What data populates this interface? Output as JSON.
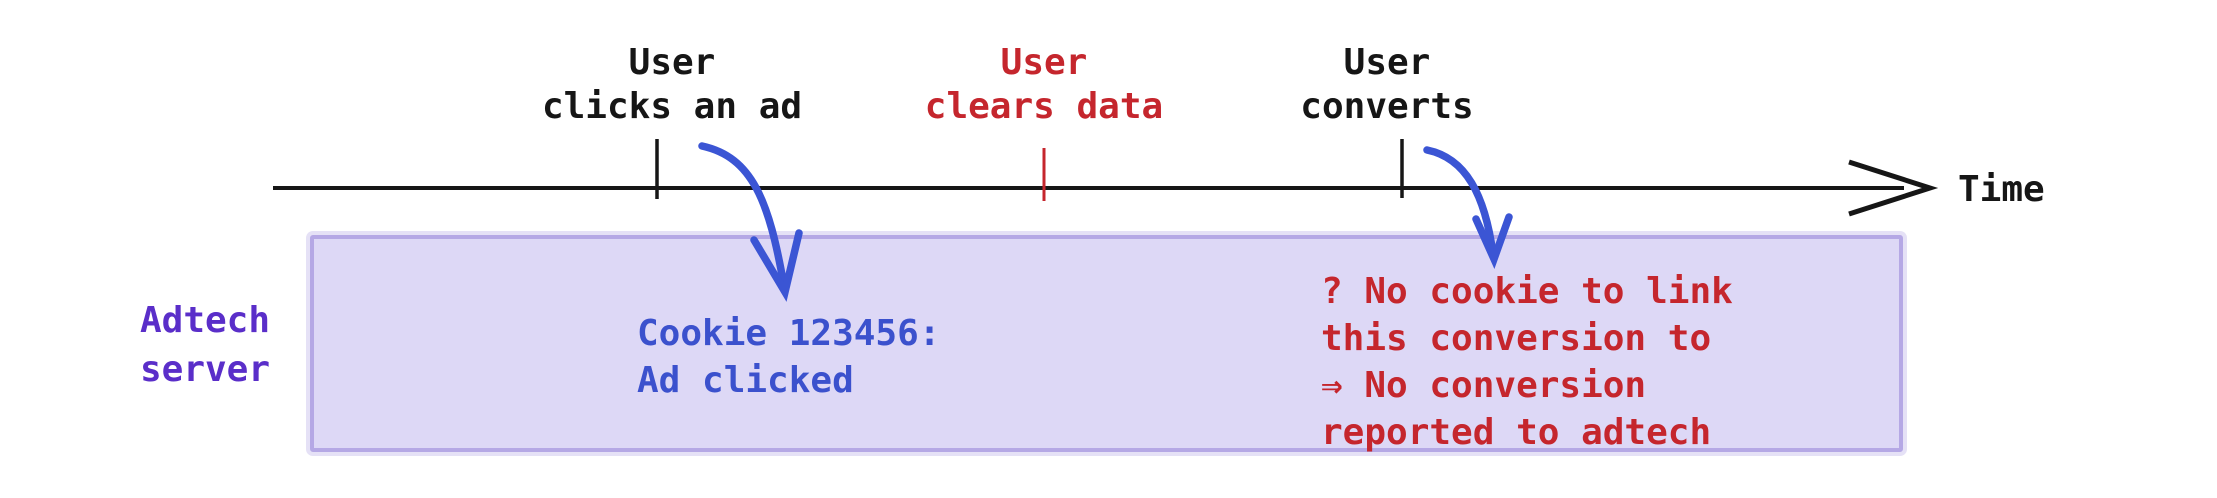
{
  "diagram": {
    "axis": {
      "label": "Time"
    },
    "events": [
      {
        "line1": "User",
        "line2": "clicks an ad",
        "style": "normal"
      },
      {
        "line1": "User",
        "line2": "clears data",
        "style": "warning"
      },
      {
        "line1": "User",
        "line2": "converts",
        "style": "normal"
      }
    ],
    "lane": {
      "line1": "Adtech",
      "line2": "server"
    },
    "notes": {
      "cookie": {
        "line1": "Cookie 123456:",
        "line2": "Ad clicked"
      },
      "no_conversion": {
        "line1": "? No cookie to link",
        "line2": "this conversion to",
        "line3": "⇒ No conversion",
        "line4": "reported to adtech"
      }
    },
    "colors": {
      "event_text": "#161616",
      "warning_red": "#c5262d",
      "note_blue": "#3b51cd",
      "lane_purple": "#5a2ec9",
      "box_fill": "#ddd8f6",
      "box_border": "#b5a8e5",
      "axis_black": "#161616",
      "arrow_blue": "#3b55d4"
    }
  }
}
